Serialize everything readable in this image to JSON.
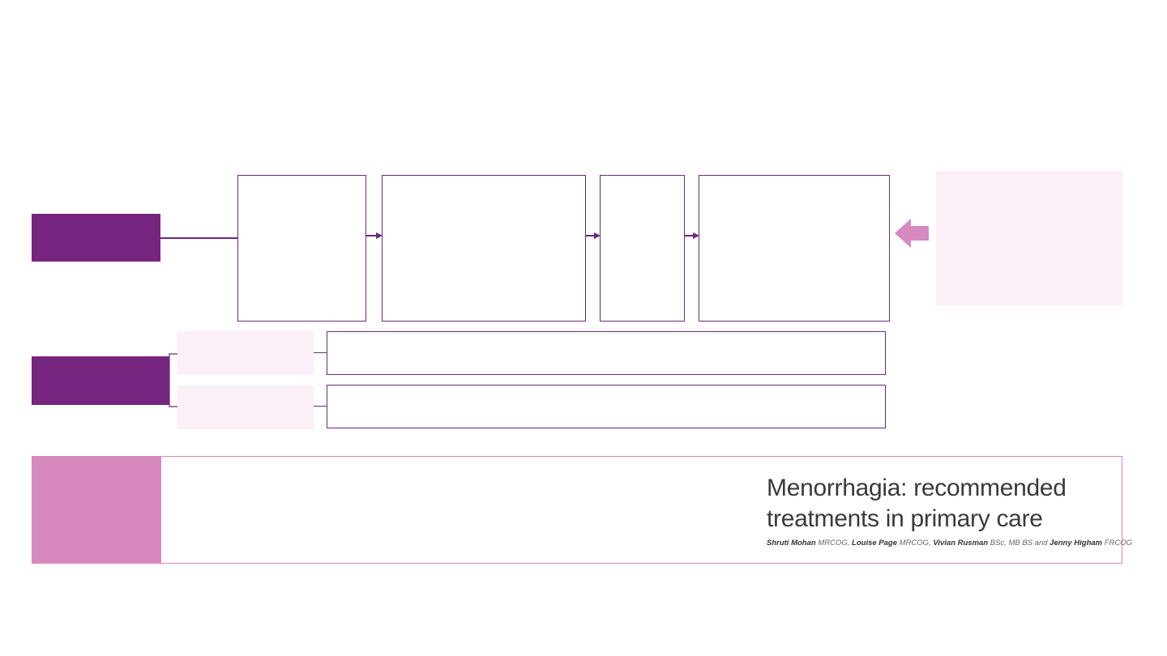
{
  "colors": {
    "primary_purple": "#76257e",
    "outline_purple": "#6a2a78",
    "soft_pink": "#fbeff8",
    "accent_pink": "#d889be",
    "pointer_pink": "#d68ac0"
  },
  "icons": {
    "pointer": "left-arrow-icon"
  },
  "reference": {
    "title_line1": "Menorrhagia: recommended",
    "title_line2": "treatments in primary care",
    "authors": [
      {
        "name": "Shruti Mohan",
        "credential": "MRCOG,"
      },
      {
        "name": "Louise Page",
        "credential": "MRCOG,"
      },
      {
        "name": "Vivian Rusman",
        "credential": "BSc, MB BS and"
      },
      {
        "name": "Jenny Higham",
        "credential": "FRCOG"
      }
    ]
  }
}
